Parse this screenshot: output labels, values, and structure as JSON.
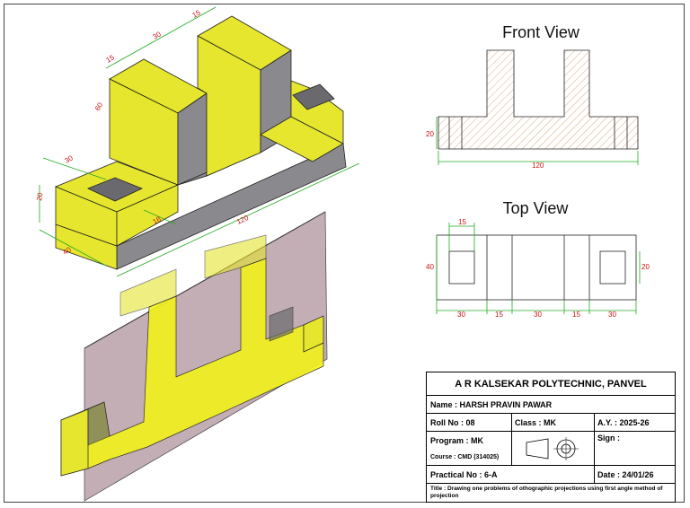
{
  "views": {
    "front_title": "Front View",
    "top_title": "Top View"
  },
  "dims": {
    "iso_15": "15",
    "iso_30_top": "30",
    "iso_15_b": "15",
    "iso_60": "60",
    "iso_30_side": "30",
    "iso_20": "20",
    "iso_18": "18",
    "iso_120": "120",
    "iso_40": "40",
    "fv_20": "20",
    "fv_120": "120",
    "tv_15": "15",
    "tv_40": "40",
    "tv_20": "20",
    "tv_30_a": "30",
    "tv_15_a": "15",
    "tv_30_b": "30",
    "tv_15_b": "15",
    "tv_30_c": "30"
  },
  "title_block": {
    "institute": "A R KALSEKAR POLYTECHNIC, PANVEL",
    "name": "Name : HARSH PRAVIN PAWAR",
    "roll": "Roll No : 08",
    "class": "Class : MK",
    "ay": "A.Y. : 2025-26",
    "program": "Program : MK",
    "course": "Course : CMD (314025)",
    "sign": "Sign :",
    "practical": "Practical No : 6-A",
    "date": "Date : 24/01/26",
    "title": "Title : Drawing one problems of othographic projections using first angle method of projection"
  },
  "colors": {
    "yellow": "#e6e62e",
    "grey": "#8a8a8e",
    "plane": "#b8a0a8",
    "dim_green": "#22aa22",
    "dim_red": "#cc1111"
  }
}
